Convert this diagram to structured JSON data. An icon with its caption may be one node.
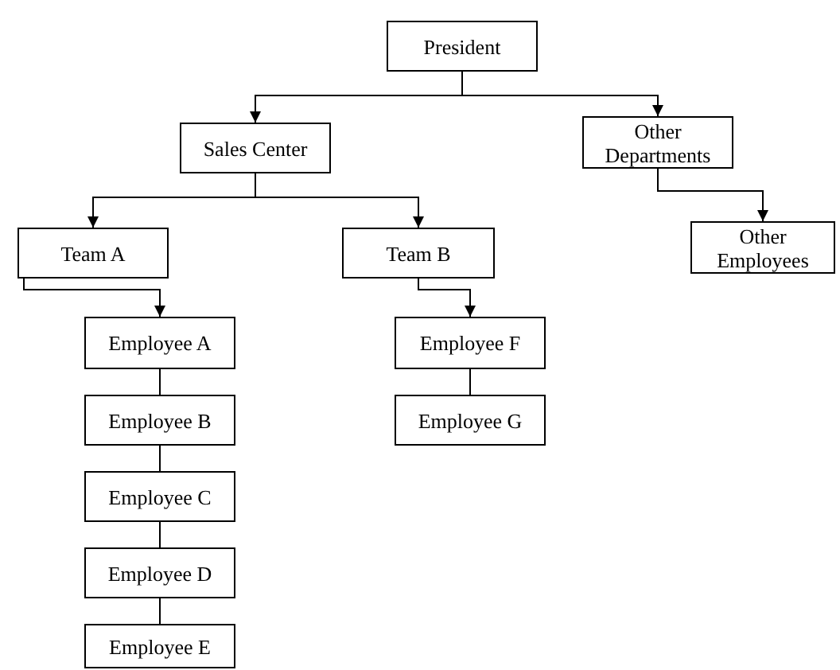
{
  "diagram": {
    "nodes": [
      {
        "text": [
          "President"
        ]
      },
      {
        "text": [
          "Sales Center"
        ]
      },
      {
        "text": [
          "Other Departments"
        ]
      },
      {
        "text": [
          "Team A"
        ]
      },
      {
        "text": [
          "Team B"
        ]
      },
      {
        "text": [
          "Other Employees"
        ]
      },
      {
        "text": [
          "Employee A"
        ]
      },
      {
        "text": [
          "Employee B"
        ]
      },
      {
        "text": [
          "Employee C"
        ]
      },
      {
        "text": [
          "Employee D"
        ]
      },
      {
        "text": [
          "Employee E"
        ]
      },
      {
        "text": [
          "Employee F"
        ]
      },
      {
        "text": [
          "Employee G"
        ]
      }
    ],
    "edges": [
      {
        "from": 0,
        "to": 1,
        "arrow": "to"
      },
      {
        "from": 0,
        "to": 2,
        "arrow": "to"
      },
      {
        "from": 1,
        "to": 3,
        "arrow": "to"
      },
      {
        "from": 1,
        "to": 4,
        "arrow": "to"
      },
      {
        "from": 2,
        "to": 5,
        "arrow": "to"
      },
      {
        "from": 3,
        "to": 6,
        "arrow": "to"
      },
      {
        "from": 4,
        "to": 11,
        "arrow": "to"
      },
      {
        "from": 6,
        "to": 7,
        "arrow": "none"
      },
      {
        "from": 7,
        "to": 8,
        "arrow": "none"
      },
      {
        "from": 8,
        "to": 9,
        "arrow": "none"
      },
      {
        "from": 9,
        "to": 10,
        "arrow": "none"
      },
      {
        "from": 11,
        "to": 12,
        "arrow": "none"
      }
    ]
  }
}
